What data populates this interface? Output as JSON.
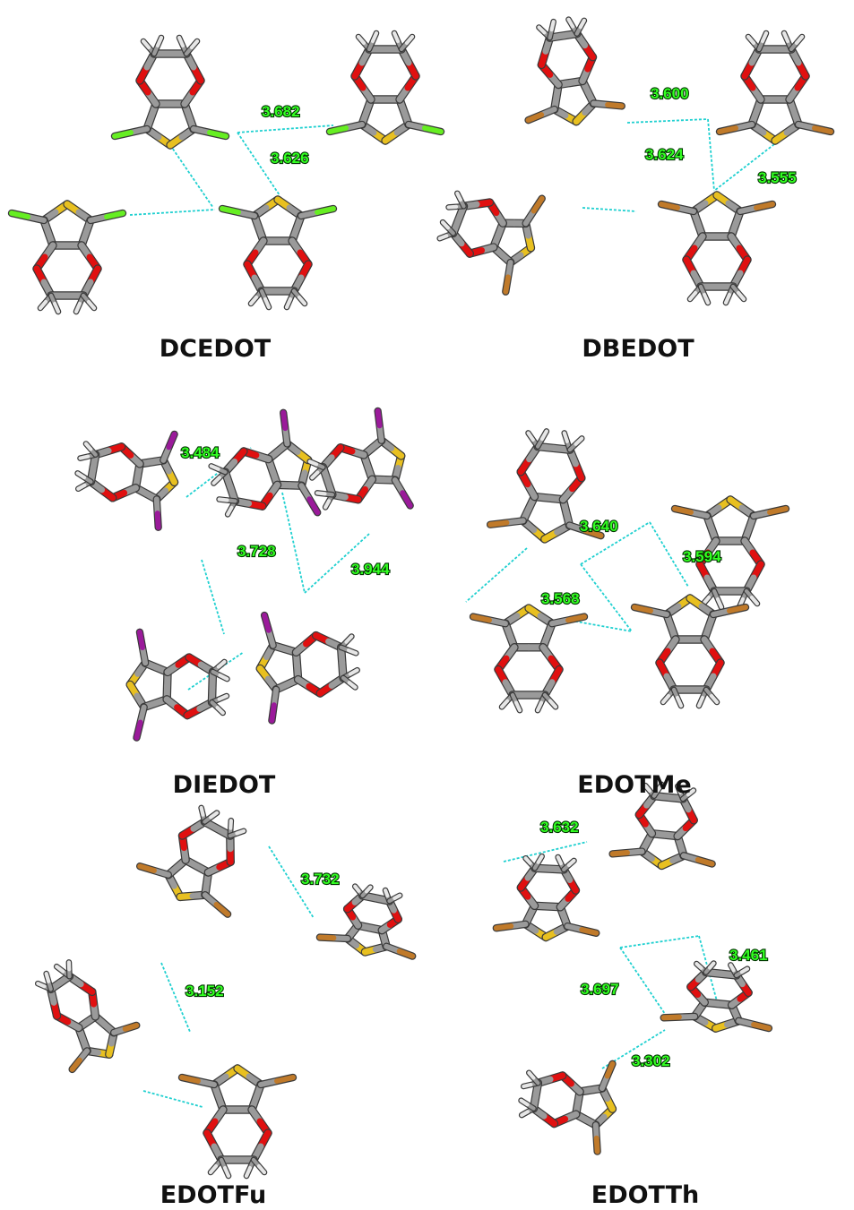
{
  "colors": {
    "carbon": "#9a9a9a",
    "carbon_dark": "#5e5e5e",
    "oxygen": "#e01010",
    "sulfur": "#e8c020",
    "chlorine": "#66ee22",
    "bromine": "#c07a2a",
    "iodine": "#9a1a9a",
    "hydrogen": "#e6e6e6",
    "contact": "#1fd0d0",
    "label_fill": "#33ff22"
  },
  "panels": [
    {
      "id": "dcedot",
      "title": "DCEDOT",
      "halogen": "chlorine",
      "distances": [
        "3.682",
        "3.626"
      ]
    },
    {
      "id": "dbedot",
      "title": "DBEDOT",
      "halogen": "bromine",
      "distances": [
        "3.600",
        "3.624",
        "3.555"
      ]
    },
    {
      "id": "diedot",
      "title": "DIEDOT",
      "halogen": "iodine",
      "distances": [
        "3.484",
        "3.728",
        "3.944"
      ]
    },
    {
      "id": "edotme",
      "title": "EDOTMe",
      "halogen": "bromine",
      "distances": [
        "3.640",
        "3.594",
        "3.568"
      ]
    },
    {
      "id": "edotfu",
      "title": "EDOTFu",
      "halogen": "bromine",
      "distances": [
        "3.732",
        "3.152"
      ]
    },
    {
      "id": "edotth",
      "title": "EDOTTh",
      "halogen": "bromine",
      "distances": [
        "3.632",
        "3.461",
        "3.697",
        "3.302"
      ]
    }
  ]
}
